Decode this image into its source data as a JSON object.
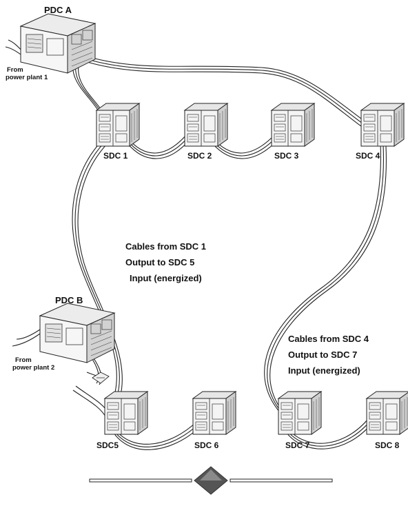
{
  "pdc_a": {
    "label": "PDC A",
    "source": [
      "From",
      "power plant 1"
    ]
  },
  "pdc_b": {
    "label": "PDC B",
    "source": [
      "From",
      "power plant 2"
    ]
  },
  "sdc_labels": {
    "sdc1": "SDC 1",
    "sdc2": "SDC 2",
    "sdc3": "SDC 3",
    "sdc4": "SDC 4",
    "sdc5": "SDC5",
    "sdc6": "SDC 6",
    "sdc7": "SDC 7",
    "sdc8": "SDC 8"
  },
  "note_left": [
    "Cables from SDC 1",
    "Output to SDC 5",
    "Input (energized)"
  ],
  "note_right": [
    "Cables from SDC 4",
    "Output to SDC 7",
    "Input (energized)"
  ]
}
